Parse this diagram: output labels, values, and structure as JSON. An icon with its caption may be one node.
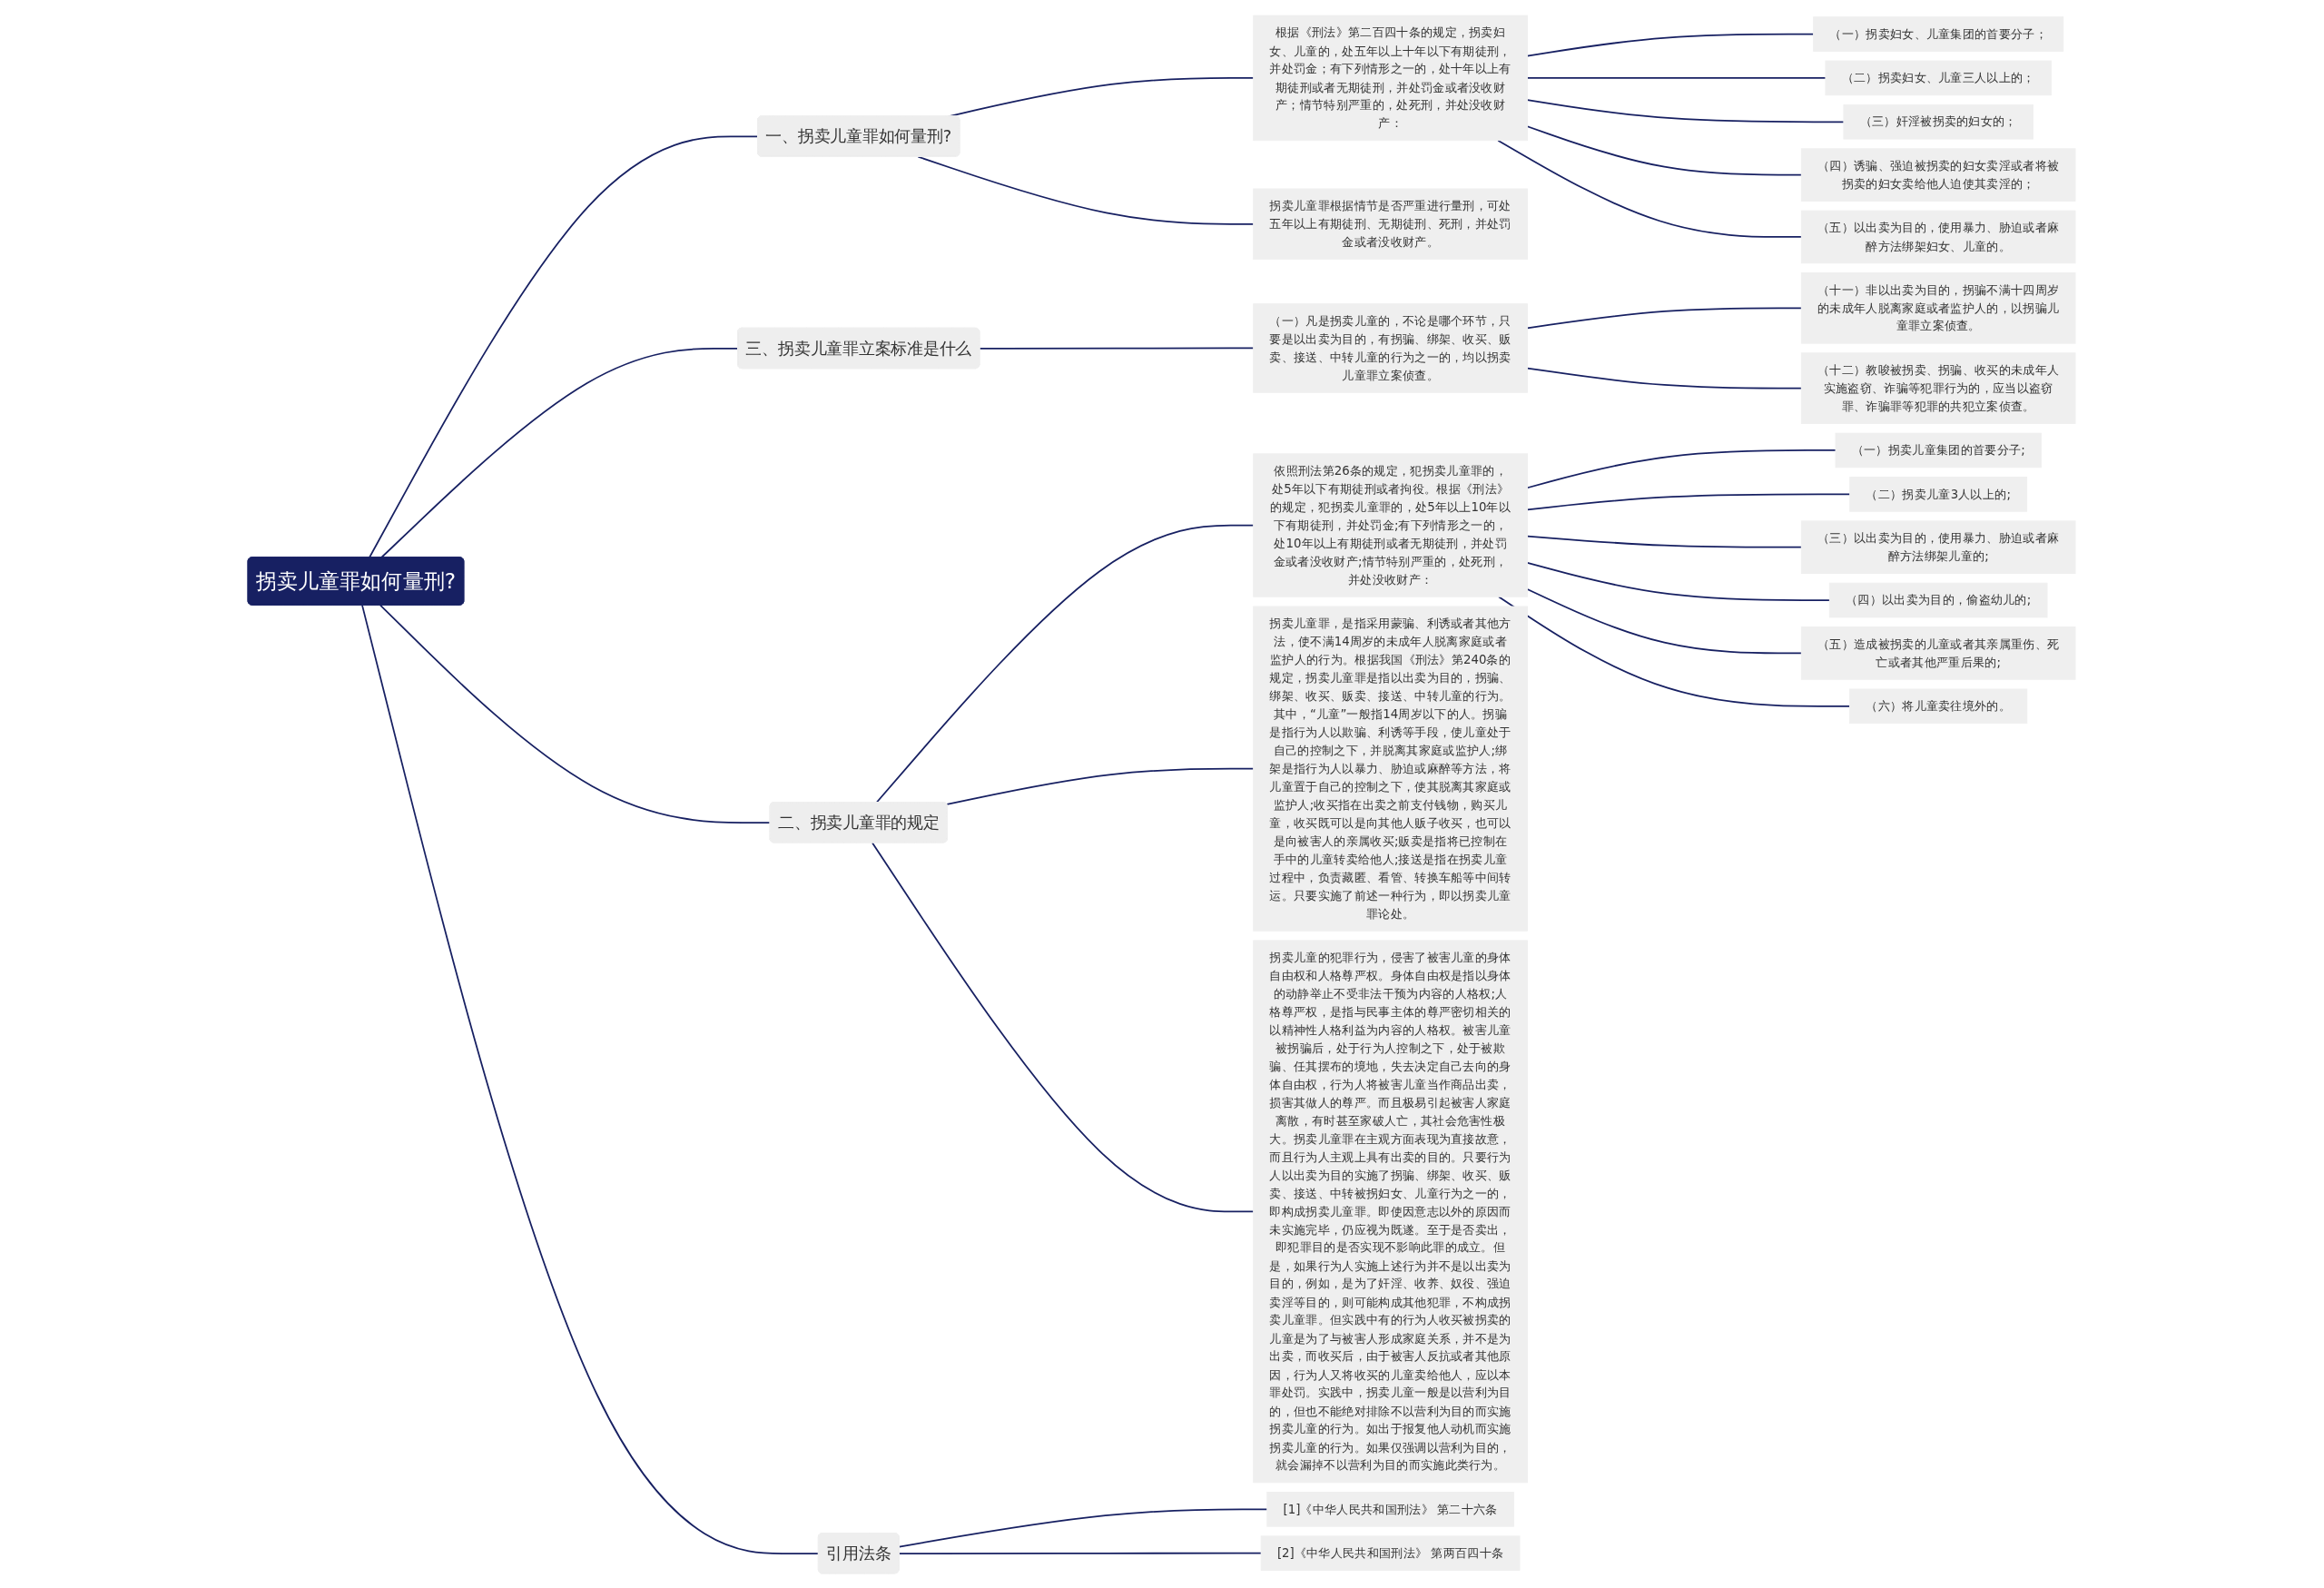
{
  "diagram": {
    "nodes": [
      {
        "text": [
          "拐卖儿童罪如何量刑?"
        ]
      },
      {
        "text": [
          "一、拐卖儿童罪如何量刑?"
        ]
      },
      {
        "text": [
          "拐卖儿童罪根据情节是否严重进行量刑，可处五年以上有期徒刑、无期徒刑、死刑，并处罚金或者没收财产。"
        ]
      },
      {
        "text": [
          "根据《刑法》第二百四十条的规定，拐卖妇女、儿童的，处五年以上十年以下有期徒刑，并处罚金；有下列情形之一的，处十年以上有期徒刑或者无期徒刑，并处罚金或者没收财产；情节特别严重的，处死刑，并处没收财产："
        ]
      },
      {
        "text": [
          "（一）拐卖妇女、儿童集团的首要分子；"
        ]
      },
      {
        "text": [
          "（二）拐卖妇女、儿童三人以上的；"
        ]
      },
      {
        "text": [
          "（三）奸淫被拐卖的妇女的；"
        ]
      },
      {
        "text": [
          "（四）诱骗、强迫被拐卖的妇女卖淫或者将被拐卖的妇女卖给他人迫使其卖淫的；"
        ]
      },
      {
        "text": [
          "（五）以出卖为目的，使用暴力、胁迫或者麻醉方法绑架妇女、儿童的。"
        ]
      },
      {
        "text": [
          "三、拐卖儿童罪立案标准是什么"
        ]
      },
      {
        "text": [
          "（一）凡是拐卖儿童的，不论是哪个环节，只要是以出卖为目的，有拐骗、绑架、收买、贩卖、接送、中转儿童的行为之一的，均以拐卖儿童罪立案侦查。"
        ]
      },
      {
        "text": [
          "（十一）非以出卖为目的，拐骗不满十四周岁的未成年人脱离家庭或者监护人的，以拐骗儿童罪立案侦查。"
        ]
      },
      {
        "text": [
          "（十二）教唆被拐卖、拐骗、收买的未成年人实施盗窃、诈骗等犯罪行为的，应当以盗窃罪、诈骗罪等犯罪的共犯立案侦查。"
        ]
      },
      {
        "text": [
          "二、拐卖儿童罪的规定"
        ]
      },
      {
        "text": [
          "拐卖儿童罪，是指采用蒙骗、利诱或者其他方法，使不满14周岁的未成年人脱离家庭或者监护人的行为。根据我国《刑法》第240条的规定，拐卖儿童罪是指以出卖为目的，拐骗、绑架、收买、贩卖、接送、中转儿童的行为。其中，“儿童”一般指14周岁以下的人。拐骗是指行为人以欺骗、利诱等手段，使儿童处于自己的控制之下，并脱离其家庭或监护人;绑架是指行为人以暴力、胁迫或麻醉等方法，将儿童置于自己的控制之下，使其脱离其家庭或监护人;收买指在出卖之前支付钱物，购买儿童，收买既可以是向其他人贩子收买，也可以是向被害人的亲属收买;贩卖是指将已控制在手中的儿童转卖给他人;接送是指在拐卖儿童过程中，负责藏匿、看管、转换车船等中间转运。只要实施了前述一种行为，即以拐卖儿童罪论处。"
        ]
      },
      {
        "text": [
          "拐卖儿童的犯罪行为，侵害了被害儿童的身体自由权和人格尊严权。身体自由权是指以身体的动静举止不受非法干预为内容的人格权;人格尊严权，是指与民事主体的尊严密切相关的以精神性人格利益为内容的人格权。被害儿童被拐骗后，处于行为人控制之下，处于被欺骗、任其摆布的境地，失去决定自己去向的身体自由权，行为人将被害儿童当作商品出卖，损害其做人的尊严。而且极易引起被害人家庭离散，有时甚至家破人亡，其社会危害性极大。拐卖儿童罪在主观方面表现为直接故意，而且行为人主观上具有出卖的目的。只要行为人以出卖为目的实施了拐骗、绑架、收买、贩卖、接送、中转被拐妇女、儿童行为之一的，即构成拐卖儿童罪。即使因意志以外的原因而未实施完毕，仍应视为既遂。至于是否卖出，即犯罪目的是否实现不影响此罪的成立。但是，如果行为人实施上述行为并不是以出卖为目的，例如，是为了奸淫、收养、奴役、强迫卖淫等目的，则可能构成其他犯罪，不构成拐卖儿童罪。但实践中有的行为人收买被拐卖的儿童是为了与被害人形成家庭关系，并不是为出卖，而收买后，由于被害人反抗或者其他原因，行为人又将收买的儿童卖给他人，应以本罪处罚。实践中，拐卖儿童一般是以营利为目的，但也不能绝对排除不以营利为目的而实施拐卖儿童的行为。如出于报复他人动机而实施拐卖儿童的行为。如果仅强调以营利为目的，就会漏掉不以营利为目的而实施此类行为。"
        ]
      },
      {
        "text": [
          "依照刑法第26条的规定，犯拐卖儿童罪的，处5年以下有期徒刑或者拘役。根据《刑法》的规定，犯拐卖儿童罪的，处5年以上10年以下有期徒刑，并处罚金;有下列情形之一的，处10年以上有期徒刑或者无期徒刑，并处罚金或者没收财产;情节特别严重的，处死刑，并处没收财产："
        ]
      },
      {
        "text": [
          "（一）拐卖儿童集团的首要分子;"
        ]
      },
      {
        "text": [
          "（二）拐卖儿童3人以上的;"
        ]
      },
      {
        "text": [
          "（三）以出卖为目的，使用暴力、胁迫或者麻醉方法绑架儿童的;"
        ]
      },
      {
        "text": [
          "（四）以出卖为目的，偷盗幼儿的;"
        ]
      },
      {
        "text": [
          "（五）造成被拐卖的儿童或者其亲属重伤、死亡或者其他严重后果的;"
        ]
      },
      {
        "text": [
          "（六）将儿童卖往境外的。"
        ]
      },
      {
        "text": [
          "引用法条"
        ]
      },
      {
        "text": [
          "[1]《中华人民共和国刑法》 第二十六条"
        ]
      },
      {
        "text": [
          "[2]《中华人民共和国刑法》 第两百四十条"
        ]
      }
    ],
    "edges": [
      {
        "from": 0,
        "to": 1,
        "arrow": "none"
      },
      {
        "from": 1,
        "to": 2,
        "arrow": "none"
      },
      {
        "from": 1,
        "to": 3,
        "arrow": "none"
      },
      {
        "from": 3,
        "to": 4,
        "arrow": "none"
      },
      {
        "from": 3,
        "to": 5,
        "arrow": "none"
      },
      {
        "from": 3,
        "to": 6,
        "arrow": "none"
      },
      {
        "from": 3,
        "to": 7,
        "arrow": "none"
      },
      {
        "from": 3,
        "to": 8,
        "arrow": "none"
      },
      {
        "from": 0,
        "to": 9,
        "arrow": "none"
      },
      {
        "from": 9,
        "to": 10,
        "arrow": "none"
      },
      {
        "from": 10,
        "to": 11,
        "arrow": "none"
      },
      {
        "from": 10,
        "to": 12,
        "arrow": "none"
      },
      {
        "from": 0,
        "to": 13,
        "arrow": "none"
      },
      {
        "from": 13,
        "to": 14,
        "arrow": "none"
      },
      {
        "from": 13,
        "to": 15,
        "arrow": "none"
      },
      {
        "from": 13,
        "to": 16,
        "arrow": "none"
      },
      {
        "from": 16,
        "to": 17,
        "arrow": "none"
      },
      {
        "from": 16,
        "to": 18,
        "arrow": "none"
      },
      {
        "from": 16,
        "to": 19,
        "arrow": "none"
      },
      {
        "from": 16,
        "to": 20,
        "arrow": "none"
      },
      {
        "from": 16,
        "to": 21,
        "arrow": "none"
      },
      {
        "from": 16,
        "to": 22,
        "arrow": "none"
      },
      {
        "from": 0,
        "to": 23,
        "arrow": "none"
      },
      {
        "from": 23,
        "to": 24,
        "arrow": "none"
      },
      {
        "from": 23,
        "to": 25,
        "arrow": "none"
      }
    ]
  }
}
